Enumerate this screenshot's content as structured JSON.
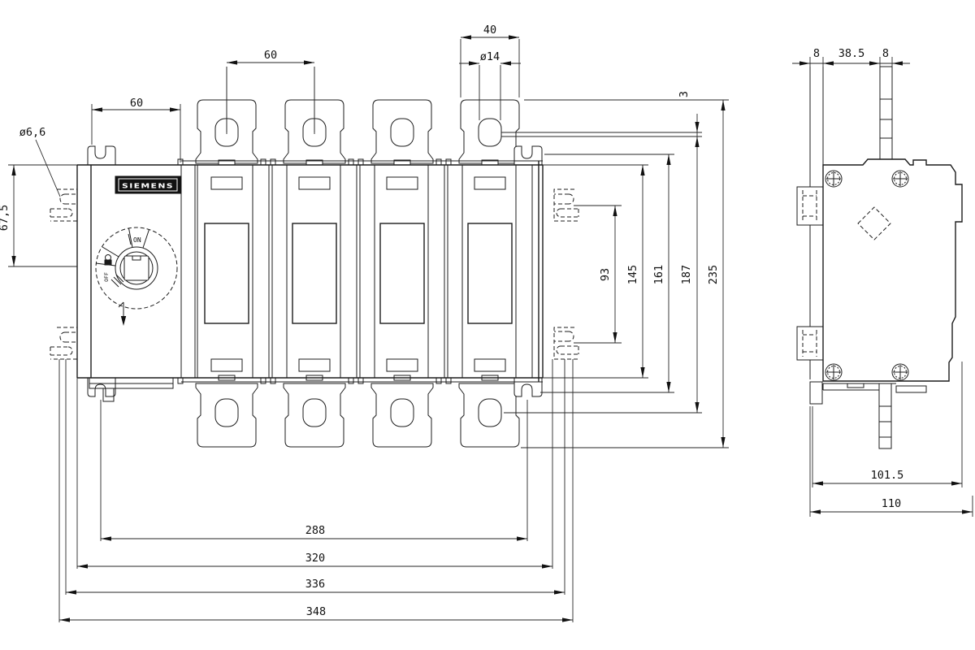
{
  "drawing": {
    "brand": "SIEMENS",
    "handle_labels": {
      "on": "ON",
      "off": "OFF"
    },
    "front_dims": {
      "mechanism_width": "60",
      "terminal_pitch": "60",
      "terminal_width": "40",
      "terminal_hole": "ø14",
      "bracket_hole": "ø6,6",
      "handle_offset": "67,5",
      "contact_offset": "3",
      "bracket_slot_span": "93",
      "body_height": "145",
      "tab_span": "161",
      "hole_span": "187",
      "overall_height": "235",
      "mount_hole_span": "288",
      "body_width": "320",
      "bracket_slot_width": "336",
      "overall_width": "348"
    },
    "side_dims": {
      "plate_thickness": "8",
      "blade_offset": "38.5",
      "blade_thickness": "8",
      "depth_inner": "101.5",
      "depth_overall": "110"
    }
  }
}
